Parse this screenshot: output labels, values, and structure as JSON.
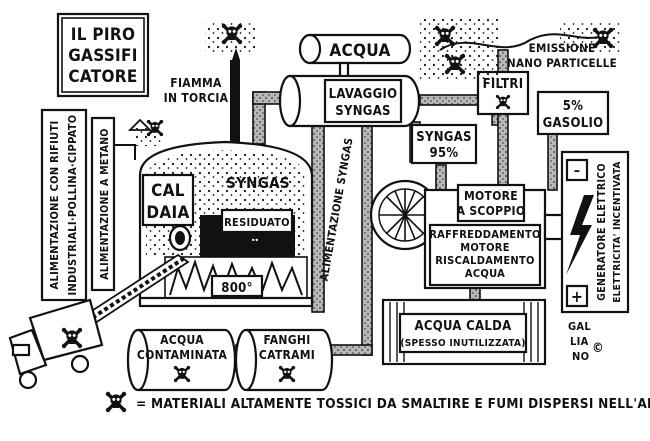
{
  "title": {
    "lines": [
      "IL PIRO",
      "GASSIFI",
      "CATORE"
    ]
  },
  "labels": {
    "flame_torch": [
      "FIAMMA",
      "IN TORCIA"
    ],
    "water": "ACQUA",
    "syngas_wash": [
      "LAVAGGIO",
      "SYNGAS"
    ],
    "filters": "FILTRI",
    "emission": [
      "EMISSIONE",
      "NANO PARTICELLE"
    ],
    "boiler": [
      "CAL",
      "DAIA"
    ],
    "syngas": "SYNGAS",
    "residue": "RESIDUATO",
    "temperature": "800°",
    "syngas_95": [
      "SYNGAS",
      "95%"
    ],
    "diesel": [
      "5%",
      "GASOLIO"
    ],
    "engine": [
      "MOTORE",
      "A SCOPPIO"
    ],
    "cooling": [
      "RAFFREDDAMENTO",
      "MOTORE",
      "RISCALDAMENTO",
      "ACQUA"
    ],
    "generator": [
      "GENERATORE ELETTRICO",
      "ELETTRICITA' INCENTIVATA"
    ],
    "hot_water": "ACQUA CALDA",
    "hot_water_note": "(SPESSO INUTILIZZATA)",
    "syngas_feed": "ALIMENTAZIONE SYNGAS",
    "waste_feed": [
      "ALIMENTAZIONE CON RIFIUTI",
      "INDUSTRIALI·POLLINA·CIPPATO"
    ],
    "methane_feed": "ALIMENTAZIONE A METANO",
    "contaminated_water": [
      "ACQUA",
      "CONTAMINATA"
    ],
    "tar_sludge": [
      "FANGHI",
      "CATRAMI"
    ],
    "signature": [
      "GAL",
      "LIA",
      "NO",
      "©"
    ],
    "plus": "+",
    "minus": "–"
  },
  "legend": "= MATERIALI ALTAMENTE TOSSICI DA SMALTIRE E FUMI DISPERSI NELL'AMBIENTE"
}
